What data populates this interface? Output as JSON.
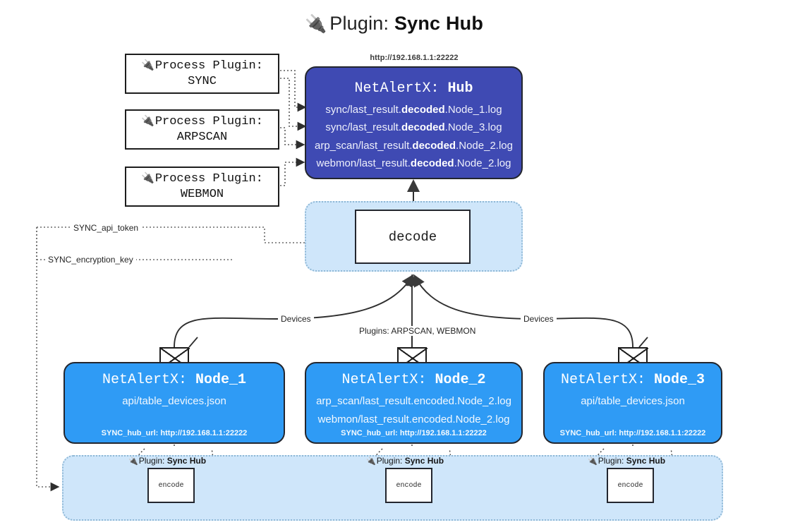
{
  "title": {
    "icon": "plug-icon",
    "glyph": "🔌",
    "lead": "Plugin:",
    "strong": "Sync Hub"
  },
  "colors": {
    "hub_fill": "#3f4ab3",
    "node_fill": "#2f9bf5",
    "group_fill": "#cfe6fa",
    "group_border": "#8fb8d6",
    "stroke": "#23262e",
    "page_bg": "#ffffff"
  },
  "process_plugins": [
    {
      "label": "Process Plugin:",
      "name": "SYNC",
      "glyph": "🔌"
    },
    {
      "label": "Process Plugin:",
      "name": "ARPSCAN",
      "glyph": "🔌"
    },
    {
      "label": "Process Plugin:",
      "name": "WEBMON",
      "glyph": "🔌"
    }
  ],
  "hub": {
    "url": "http://192.168.1.1:22222",
    "header_prefix": "NetAlertX: ",
    "header_name": "Hub",
    "rows": [
      {
        "pre": "sync/last_result.",
        "mid": "decoded",
        "post": ".Node_1.log"
      },
      {
        "pre": "sync/last_result.",
        "mid": "decoded",
        "post": ".Node_3.log"
      },
      {
        "pre": "arp_scan/last_result.",
        "mid": "decoded",
        "post": ".Node_2.log"
      },
      {
        "pre": "webmon/last_result.",
        "mid": "decoded",
        "post": ".Node_2.log"
      }
    ]
  },
  "decode": {
    "box_label": "decode"
  },
  "secrets": [
    {
      "label": "SYNC_api_token"
    },
    {
      "label": "SYNC_encryption_key"
    }
  ],
  "edge_labels": {
    "devices_left": "Devices",
    "plugins_center": "Plugins: ARPSCAN, WEBMON",
    "devices_right": "Devices"
  },
  "nodes": [
    {
      "header_prefix": "NetAlertX: ",
      "header_name": "Node_1",
      "lines": [
        "api/table_devices.json"
      ],
      "footer": "SYNC_hub_url: http://192.168.1.1:22222",
      "envelope": "envelope-icon"
    },
    {
      "header_prefix": "NetAlertX: ",
      "header_name": "Node_2",
      "lines": [
        "arp_scan/last_result.encoded.Node_2.log",
        "webmon/last_result.encoded.Node_2.log"
      ],
      "footer": "SYNC_hub_url: http://192.168.1.1:22222",
      "envelope": "envelope-icon"
    },
    {
      "header_prefix": "NetAlertX: ",
      "header_name": "Node_3",
      "lines": [
        "api/table_devices.json"
      ],
      "footer": "SYNC_hub_url: http://192.168.1.1:22222",
      "envelope": "envelope-icon"
    }
  ],
  "encoders": [
    {
      "caption_lead": "Plugin: ",
      "caption_strong": "Sync Hub",
      "box_label": "encode",
      "glyph": "🔌"
    },
    {
      "caption_lead": "Plugin: ",
      "caption_strong": "Sync Hub",
      "box_label": "encode",
      "glyph": "🔌"
    },
    {
      "caption_lead": "Plugin: ",
      "caption_strong": "Sync Hub",
      "box_label": "encode",
      "glyph": "🔌"
    }
  ]
}
